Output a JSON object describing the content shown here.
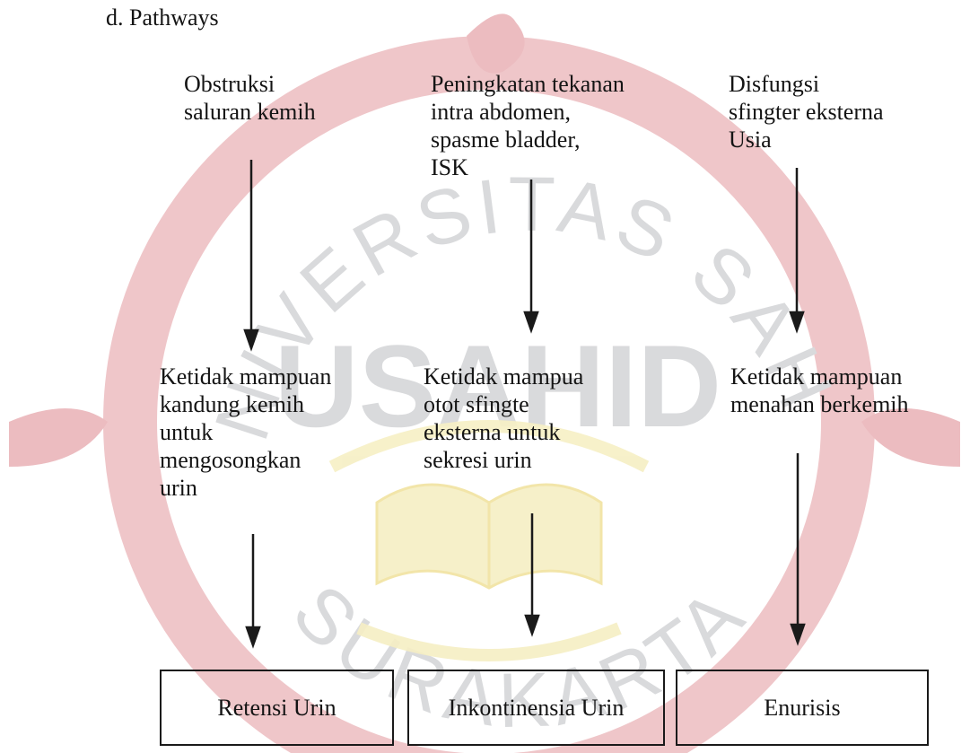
{
  "heading": "d.  Pathways",
  "causes": [
    {
      "text": "Obstruksi\nsaluran kemih"
    },
    {
      "text": "Peningkatan tekanan\n intra abdomen,\nspasme bladder,\nISK"
    },
    {
      "text": "Disfungsi\nsfingter eksterna\nUsia"
    }
  ],
  "conditions": [
    {
      "text": "Ketidak mampuan\nkandung kemih\nuntuk\nmengosongkan\nurin"
    },
    {
      "text": "Ketidak mampua\notot sfingte\neksterna untuk\nsekresi urin"
    },
    {
      "text": "Ketidak mampuan\nmenahan berkemih"
    }
  ],
  "outcomes": [
    {
      "label": "Retensi Urin"
    },
    {
      "label": "Inkontinensia Urin"
    },
    {
      "label": "Enurisis"
    }
  ],
  "watermark": {
    "arc_top_text": "UNIVERSITAS SAHID",
    "center_text": "USAHID",
    "arc_bottom_text": "SURAKARTA",
    "emblem": "open-book-emblem",
    "ring_color": "#e9b7bc",
    "text_color": "#d9dadc",
    "book_color": "#f6efc4"
  },
  "colors": {
    "text": "#141414",
    "line": "#1a1a1a"
  }
}
